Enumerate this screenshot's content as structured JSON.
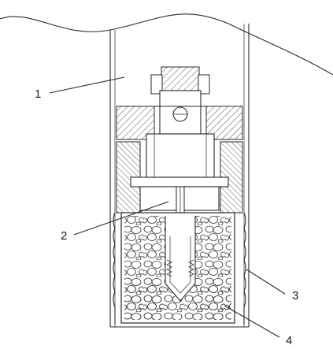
{
  "figure": {
    "callouts": [
      {
        "id": "1",
        "label": "1"
      },
      {
        "id": "2",
        "label": "2"
      },
      {
        "id": "3",
        "label": "3"
      },
      {
        "id": "4",
        "label": "4"
      }
    ]
  }
}
